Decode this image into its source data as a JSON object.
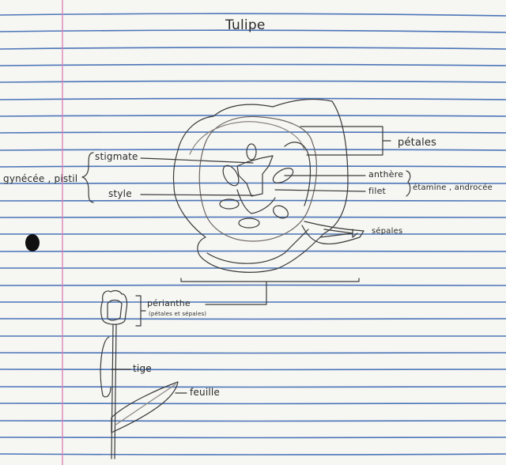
{
  "page": {
    "type": "lined notebook paper",
    "line_color": "#2f5fae",
    "margin_color": "#d77fb8",
    "ink_color": "#2a2a2a"
  },
  "title": "Tulipe",
  "labels": {
    "gynoecium": "gynécée , pistil",
    "stigmate": "stigmate",
    "style": "style",
    "petales": "pétales",
    "anthere": "anthère",
    "filet": "filet",
    "etamine": "étamine , androcée",
    "sepales": "sépales",
    "perianthe": "périanthe",
    "perianthe_note": "(pétales et sépales)",
    "tige": "tige",
    "feuille": "feuille"
  }
}
